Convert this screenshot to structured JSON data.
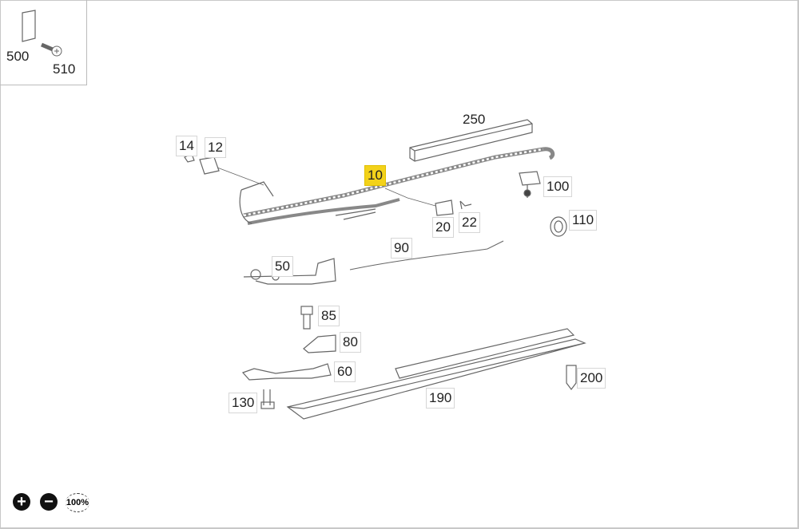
{
  "inset": {
    "labels": [
      "500",
      "510"
    ]
  },
  "callouts": [
    {
      "id": "14"
    },
    {
      "id": "12"
    },
    {
      "id": "10",
      "highlighted": true
    },
    {
      "id": "250"
    },
    {
      "id": "100"
    },
    {
      "id": "110"
    },
    {
      "id": "20"
    },
    {
      "id": "22"
    },
    {
      "id": "90"
    },
    {
      "id": "50"
    },
    {
      "id": "85"
    },
    {
      "id": "80"
    },
    {
      "id": "60"
    },
    {
      "id": "200"
    },
    {
      "id": "190"
    },
    {
      "id": "130"
    }
  ],
  "zoom": {
    "in": "+",
    "out": "−",
    "reset": "100%"
  },
  "colors": {
    "highlight": "#f3d21a",
    "line": "#555555"
  }
}
